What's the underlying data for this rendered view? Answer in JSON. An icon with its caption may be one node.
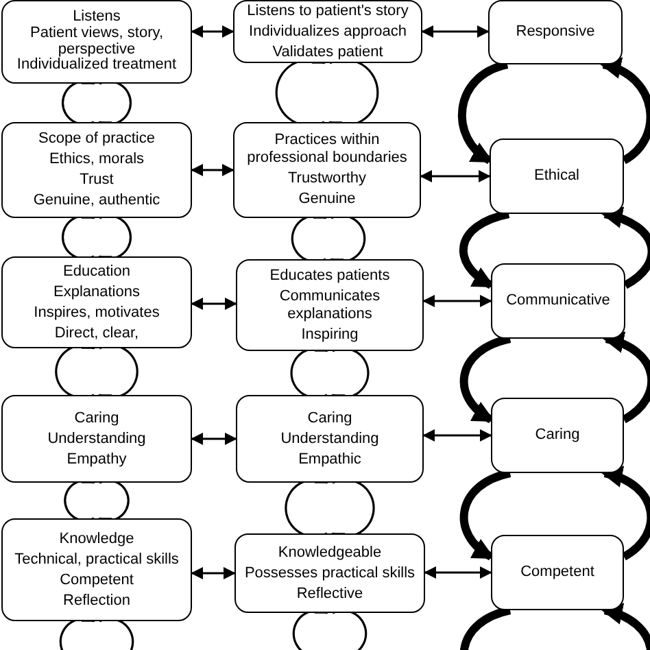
{
  "diagram": {
    "nodes": [
      {
        "text": [
          "Listens",
          "Patient views, story, perspective",
          "Individualized treatment"
        ]
      },
      {
        "text": [
          "Listens to patient's story",
          "Individualizes approach",
          "Validates patient"
        ]
      },
      {
        "text": [
          "Responsive"
        ]
      },
      {
        "text": [
          "Scope of practice",
          "Ethics, morals",
          "Trust",
          "Genuine, authentic"
        ]
      },
      {
        "text": [
          "Practices within professional boundaries",
          "Trustworthy",
          "Genuine"
        ]
      },
      {
        "text": [
          "Ethical"
        ]
      },
      {
        "text": [
          "Education",
          "Explanations",
          "Inspires, motivates",
          "Direct, clear,"
        ]
      },
      {
        "text": [
          "Educates patients",
          "Communicates explanations",
          "Inspiring"
        ]
      },
      {
        "text": [
          "Communicative"
        ]
      },
      {
        "text": [
          "Caring",
          "Understanding",
          "Empathy"
        ]
      },
      {
        "text": [
          "Caring",
          "Understanding",
          "Empathic"
        ]
      },
      {
        "text": [
          "Caring"
        ]
      },
      {
        "text": [
          "Knowledge",
          "Technical, practical skills",
          "Competent",
          "Reflection"
        ]
      },
      {
        "text": [
          "Knowledgeable",
          "Possesses practical skills",
          "Reflective"
        ]
      },
      {
        "text": [
          "Competent"
        ]
      }
    ],
    "edges": [
      {
        "from": 0,
        "to": 1,
        "arrow": "both"
      },
      {
        "from": 1,
        "to": 2,
        "arrow": "both"
      },
      {
        "from": 3,
        "to": 4,
        "arrow": "both"
      },
      {
        "from": 4,
        "to": 5,
        "arrow": "both"
      },
      {
        "from": 6,
        "to": 7,
        "arrow": "both"
      },
      {
        "from": 7,
        "to": 8,
        "arrow": "both"
      },
      {
        "from": 9,
        "to": 10,
        "arrow": "both"
      },
      {
        "from": 10,
        "to": 11,
        "arrow": "both"
      },
      {
        "from": 12,
        "to": 13,
        "arrow": "both"
      },
      {
        "from": 13,
        "to": 14,
        "arrow": "both"
      },
      {
        "from": 3,
        "to": 0,
        "arrow": "to"
      },
      {
        "from": 0,
        "to": 3,
        "arrow": "to"
      },
      {
        "from": 6,
        "to": 3,
        "arrow": "to"
      },
      {
        "from": 3,
        "to": 6,
        "arrow": "to"
      },
      {
        "from": 9,
        "to": 6,
        "arrow": "to"
      },
      {
        "from": 6,
        "to": 9,
        "arrow": "to"
      },
      {
        "from": 12,
        "to": 9,
        "arrow": "to"
      },
      {
        "from": 9,
        "to": 12,
        "arrow": "to"
      },
      {
        "from": null,
        "to": 12,
        "arrow": "to"
      },
      {
        "from": 12,
        "to": null,
        "arrow": "to"
      },
      {
        "from": 4,
        "to": 1,
        "arrow": "to"
      },
      {
        "from": 1,
        "to": 4,
        "arrow": "to"
      },
      {
        "from": 7,
        "to": 4,
        "arrow": "to"
      },
      {
        "from": 4,
        "to": 7,
        "arrow": "to"
      },
      {
        "from": 10,
        "to": 7,
        "arrow": "to"
      },
      {
        "from": 7,
        "to": 10,
        "arrow": "to"
      },
      {
        "from": 13,
        "to": 10,
        "arrow": "to"
      },
      {
        "from": 10,
        "to": 13,
        "arrow": "to"
      },
      {
        "from": null,
        "to": 13,
        "arrow": "to"
      },
      {
        "from": 13,
        "to": null,
        "arrow": "to"
      },
      {
        "from": 2,
        "to": 5,
        "arrow": "to",
        "style": "thick"
      },
      {
        "from": 5,
        "to": 2,
        "arrow": "to",
        "style": "thick"
      },
      {
        "from": 5,
        "to": 8,
        "arrow": "to",
        "style": "thick"
      },
      {
        "from": 8,
        "to": 5,
        "arrow": "to",
        "style": "thick"
      },
      {
        "from": 8,
        "to": 11,
        "arrow": "to",
        "style": "thick"
      },
      {
        "from": 11,
        "to": 8,
        "arrow": "to",
        "style": "thick"
      },
      {
        "from": 11,
        "to": 14,
        "arrow": "to",
        "style": "thick"
      },
      {
        "from": 14,
        "to": 11,
        "arrow": "to",
        "style": "thick"
      },
      {
        "from": 14,
        "to": null,
        "arrow": "to",
        "style": "thick"
      },
      {
        "from": null,
        "to": 14,
        "arrow": "to",
        "style": "thick"
      }
    ]
  }
}
